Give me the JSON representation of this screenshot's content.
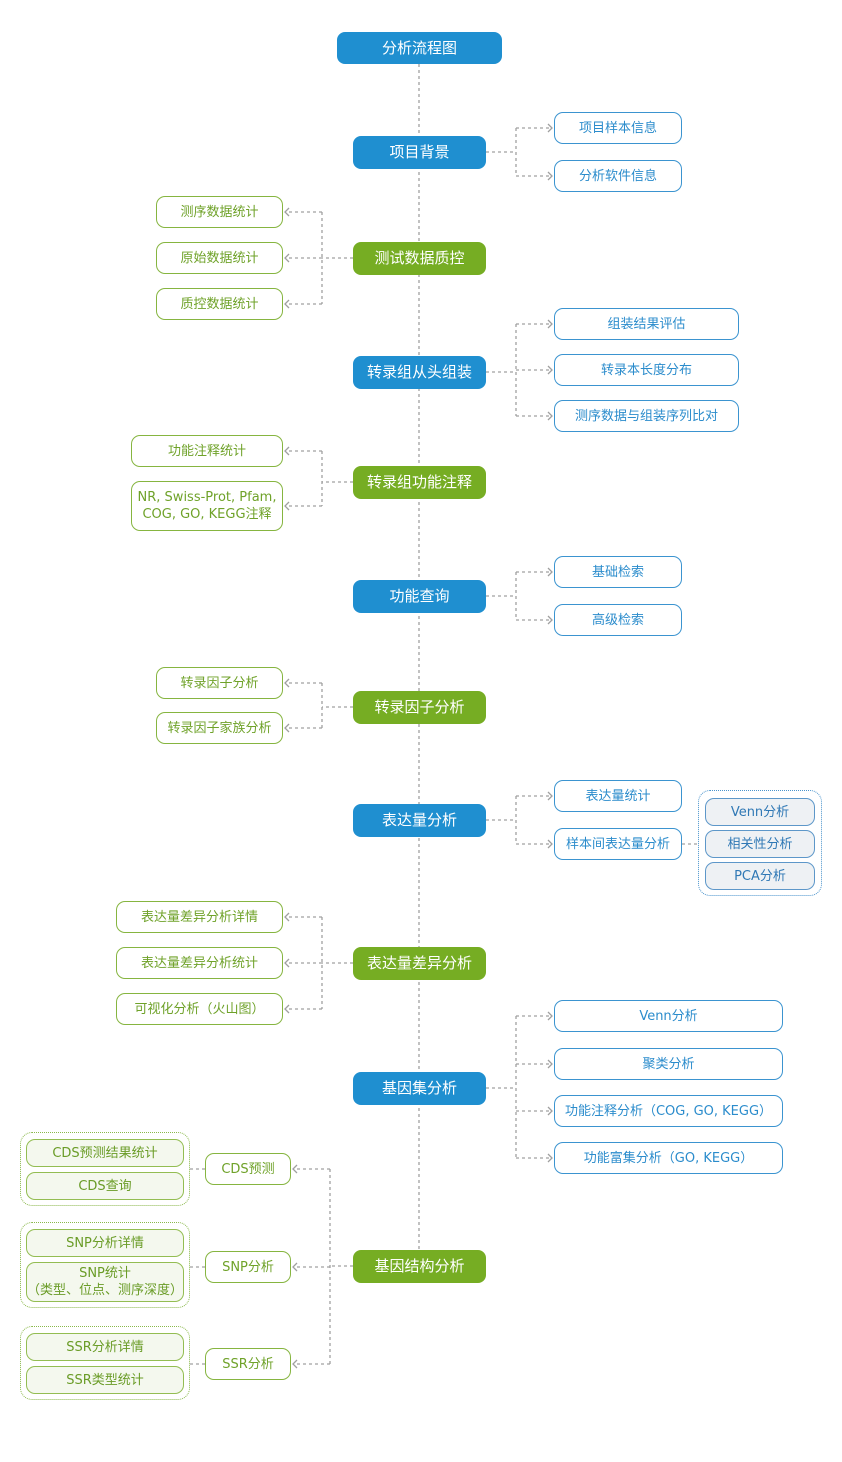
{
  "title": "分析流程图",
  "steps": [
    {
      "label": "项目背景",
      "children": [
        "项目样本信息",
        "分析软件信息"
      ]
    },
    {
      "label": "测试数据质控",
      "children": [
        "测序数据统计",
        "原始数据统计",
        "质控数据统计"
      ]
    },
    {
      "label": "转录组从头组装",
      "children": [
        "组装结果评估",
        "转录本长度分布",
        "测序数据与组装序列比对"
      ]
    },
    {
      "label": "转录组功能注释",
      "children": [
        "功能注释统计",
        "NR, Swiss-Prot, Pfam,",
        "COG, GO, KEGG注释"
      ]
    },
    {
      "label": "功能查询",
      "children": [
        "基础检索",
        "高级检索"
      ]
    },
    {
      "label": "转录因子分析",
      "children": [
        "转录因子分析",
        "转录因子家族分析"
      ]
    },
    {
      "label": "表达量分析",
      "children": [
        "表达量统计",
        "样本间表达量分析"
      ],
      "group": [
        "Venn分析",
        "相关性分析",
        "PCA分析"
      ]
    },
    {
      "label": "表达量差异分析",
      "children": [
        "表达量差异分析详情",
        "表达量差异分析统计",
        "可视化分析（火山图）"
      ]
    },
    {
      "label": "基因集分析",
      "children": [
        "Venn分析",
        "聚类分析",
        "功能注释分析（COG, GO, KEGG）",
        "功能富集分析（GO, KEGG）"
      ]
    },
    {
      "label": "基因结构分析",
      "children": [
        {
          "label": "CDS预测",
          "group": [
            "CDS预测结果统计",
            "CDS查询"
          ]
        },
        {
          "label": "SNP分析",
          "group": [
            "SNP分析详情",
            "SNP统计",
            "（类型、位点、测序深度）"
          ]
        },
        {
          "label": "SSR分析",
          "group": [
            "SSR分析详情",
            "SSR类型统计"
          ]
        }
      ]
    }
  ],
  "colors": {
    "main_blue": "#1f8fd0",
    "main_green": "#76ad23",
    "sub_blue": "#3b94d0",
    "sub_green": "#86b540",
    "connector": "#9a9a9a"
  }
}
